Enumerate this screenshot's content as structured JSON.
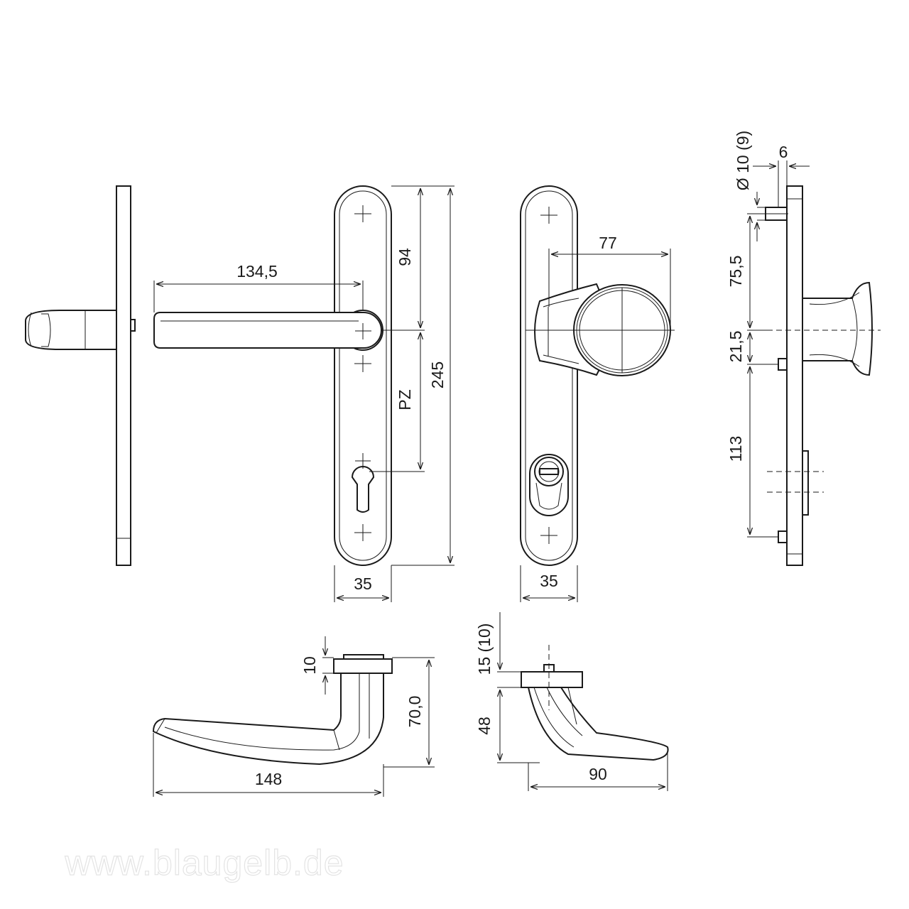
{
  "dimensions": {
    "lever_length": "134,5",
    "upper_distance": "94",
    "pz_label": "PZ",
    "plate_height": "245",
    "plate_width_front": "35",
    "plate_width_back": "35",
    "knob_projection": "77",
    "pin_diameter": "Ø 10 (9)",
    "plate_thickness": "6",
    "side_upper": "75,5",
    "side_middle": "21,5",
    "side_lower": "113",
    "rose_height": "10",
    "lever_height": "70,0",
    "lever_span": "148",
    "knob_rose_height": "15 (10)",
    "knob_drop": "48",
    "knob_span": "90"
  },
  "watermark": "www.blaugelb.de"
}
